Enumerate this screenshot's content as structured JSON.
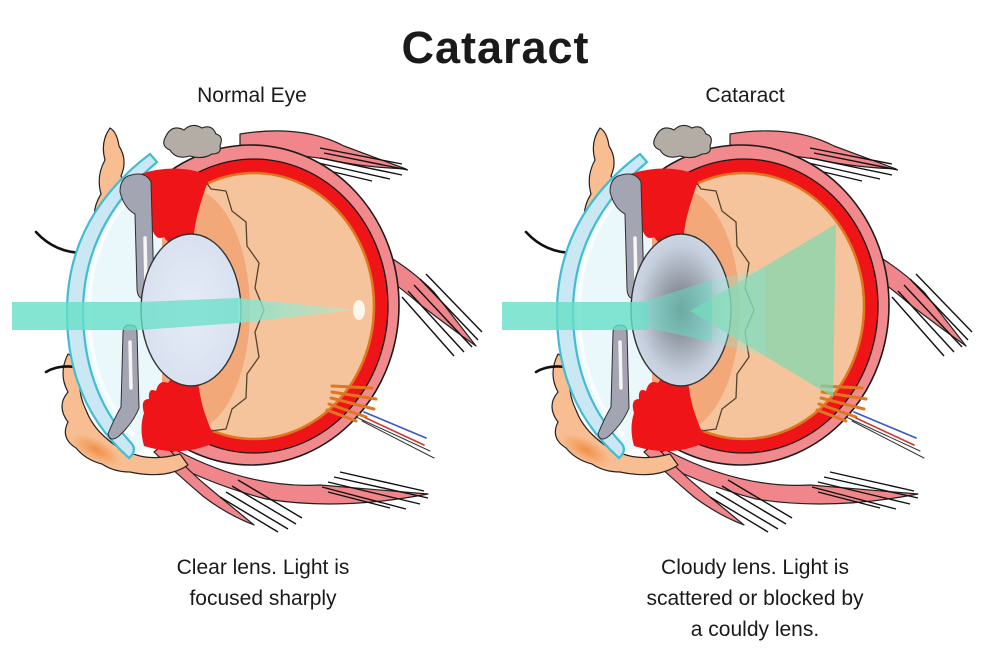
{
  "title": "Cataract",
  "panels": [
    {
      "label": "Normal Eye",
      "caption_lines": [
        "Clear lens. Light is",
        "focused sharply"
      ]
    },
    {
      "label": "Cataract",
      "caption_lines": [
        "Cloudy lens. Light is",
        "scattered or blocked by",
        "a couldy lens."
      ]
    }
  ],
  "colors": {
    "text": "#1a1a1a",
    "background": "#ffffff",
    "sclera_pink": "#F2898C",
    "muscle_pink": "#F0868B",
    "choroid_red": "#EE1418",
    "retina_orange": "#E0761F",
    "vitreous_peach": "#F6C49C",
    "vitreous_deep_orange": "#F2A878",
    "cornea_blue": "#C9E8F3",
    "cornea_edge_teal": "#42BCD2",
    "aqueous_pale_blue": "#EAF7FB",
    "iris_gray": "#A3A6B2",
    "lens_pale_blue": "#D6DFEF",
    "lens_cloud_gray": "#71767E",
    "light_beam_teal": "#66DFC8",
    "scattered_light_green": "#7ED8B0",
    "skin_peach": "#F8BE92",
    "skin_glow_orange": "#F0883A",
    "gland_gray": "#B3ADA5"
  }
}
